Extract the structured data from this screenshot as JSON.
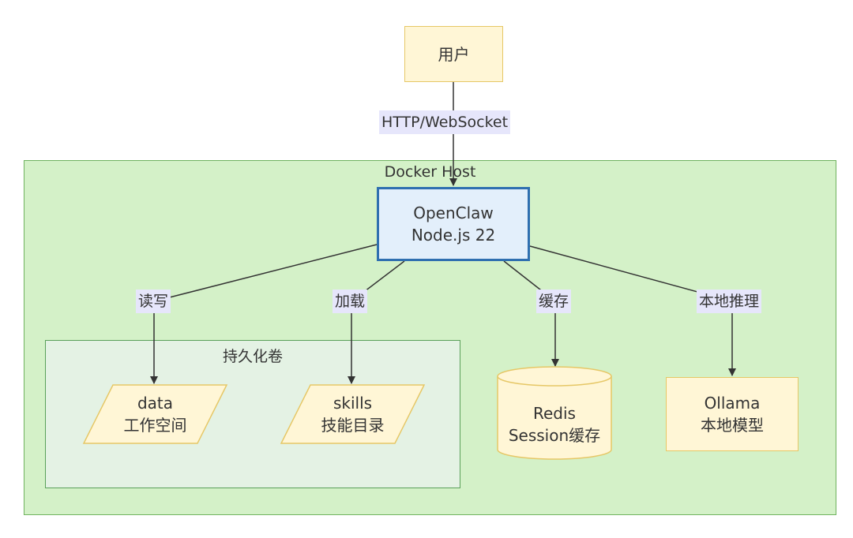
{
  "diagram": {
    "nodes": {
      "user": "用户",
      "openclaw_line1": "OpenClaw",
      "openclaw_line2": "Node.js 22",
      "data_line1": "data",
      "data_line2": "工作空间",
      "skills_line1": "skills",
      "skills_line2": "技能目录",
      "redis_line1": "Redis",
      "redis_line2": "Session缓存",
      "ollama_line1": "Ollama",
      "ollama_line2": "本地模型"
    },
    "groups": {
      "docker_host": "Docker Host",
      "volumes": "持久化卷"
    },
    "edges": {
      "user_to_openclaw": "HTTP/WebSocket",
      "to_data": "读写",
      "to_skills": "加载",
      "to_redis": "缓存",
      "to_ollama": "本地推理"
    },
    "colors": {
      "host_fill": "#d4f1c8",
      "volume_fill": "#e4f2e4",
      "node_fill": "#fff6d6",
      "openclaw_fill": "#e3effb",
      "openclaw_border": "#2f6fb0",
      "edge_label_fill": "#e6e6fb"
    }
  }
}
